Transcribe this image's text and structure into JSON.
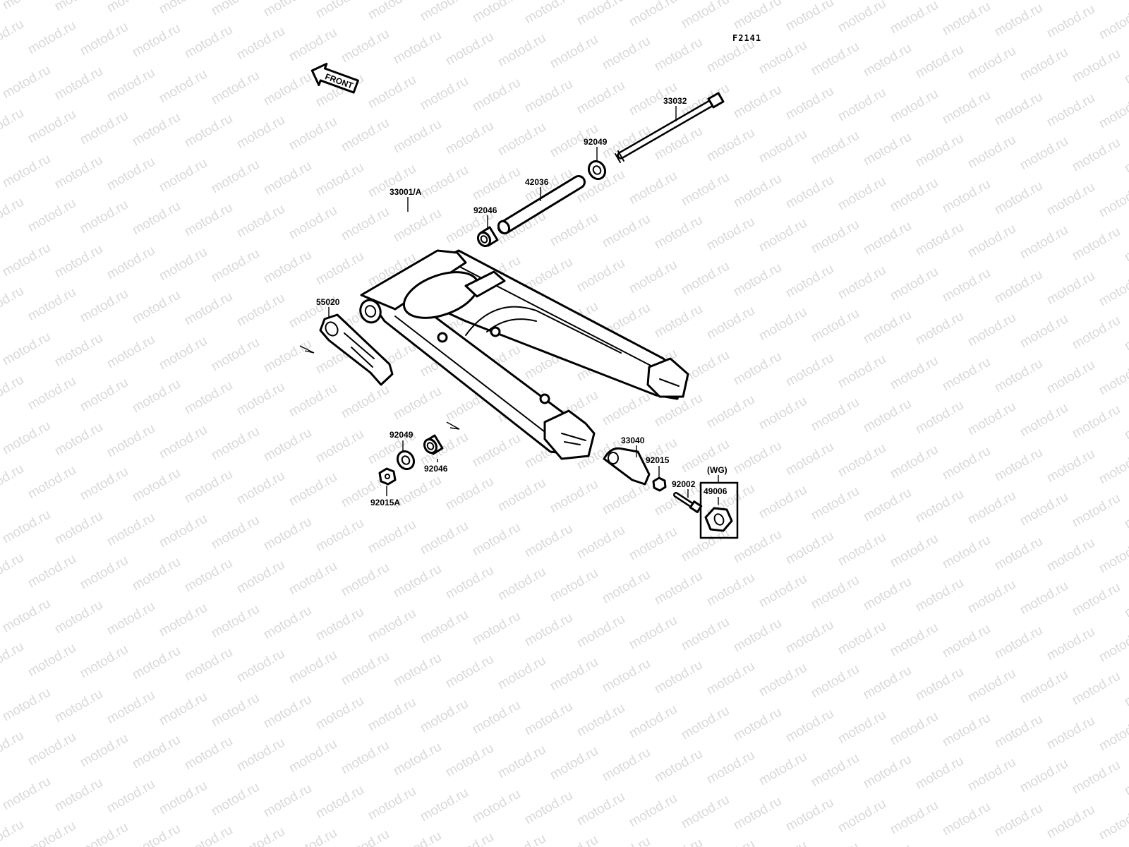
{
  "diagram": {
    "code": "F2141",
    "front_arrow": "FRONT",
    "variant": "(WG)",
    "watermark": "motod.ru",
    "parts": {
      "p33032": "33032",
      "p92049_top": "92049",
      "p42036": "42036",
      "p92046_top": "92046",
      "p33001A": "33001/A",
      "p55020": "55020",
      "p92049_bottom": "92049",
      "p92046_bottom": "92046",
      "p92015A": "92015A",
      "p33040": "33040",
      "p92015": "92015",
      "p92002": "92002",
      "p49006": "49006"
    }
  }
}
